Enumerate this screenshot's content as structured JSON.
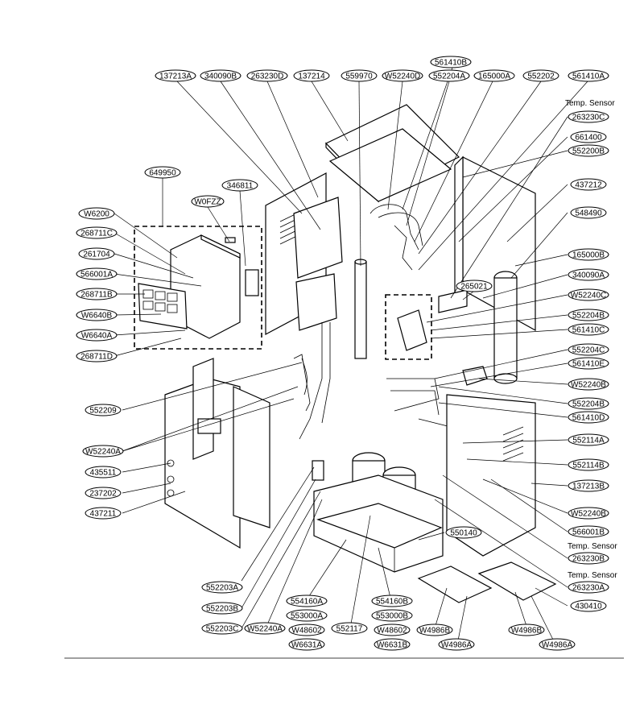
{
  "annotations": [
    "Temp. Sensor",
    "Temp. Sensor",
    "Temp. Sensor"
  ],
  "labels": [
    "137213A",
    "340090B",
    "263230D",
    "137214",
    "559970",
    "W52240D",
    "561410B",
    "552204A",
    "165000A",
    "552202",
    "561410A",
    "263230C",
    "661400",
    "552200B",
    "437212",
    "548490",
    "165000B",
    "340090A",
    "W52240C",
    "552204B",
    "561410C",
    "552204C",
    "561410E",
    "W52240B",
    "552204B",
    "561410D",
    "552114A",
    "552114B",
    "137213B",
    "W52240B",
    "566001B",
    "263230B",
    "263230A",
    "430410",
    "649950",
    "346811",
    "W0FZZ",
    "W6200",
    "268711C",
    "261704",
    "566001A",
    "268711B",
    "W6640B",
    "W6640A",
    "268711D",
    "552209",
    "W52240A",
    "435511",
    "237202",
    "437211",
    "265021",
    "550140",
    "552203A",
    "552203B",
    "552203C",
    "W52240A",
    "554160A",
    "553000A",
    "W48602",
    "W6631A",
    "552117",
    "554160B",
    "553000B",
    "W48602",
    "W6631B",
    "W4986B",
    "W4986A",
    "W4986B",
    "W4986A"
  ]
}
